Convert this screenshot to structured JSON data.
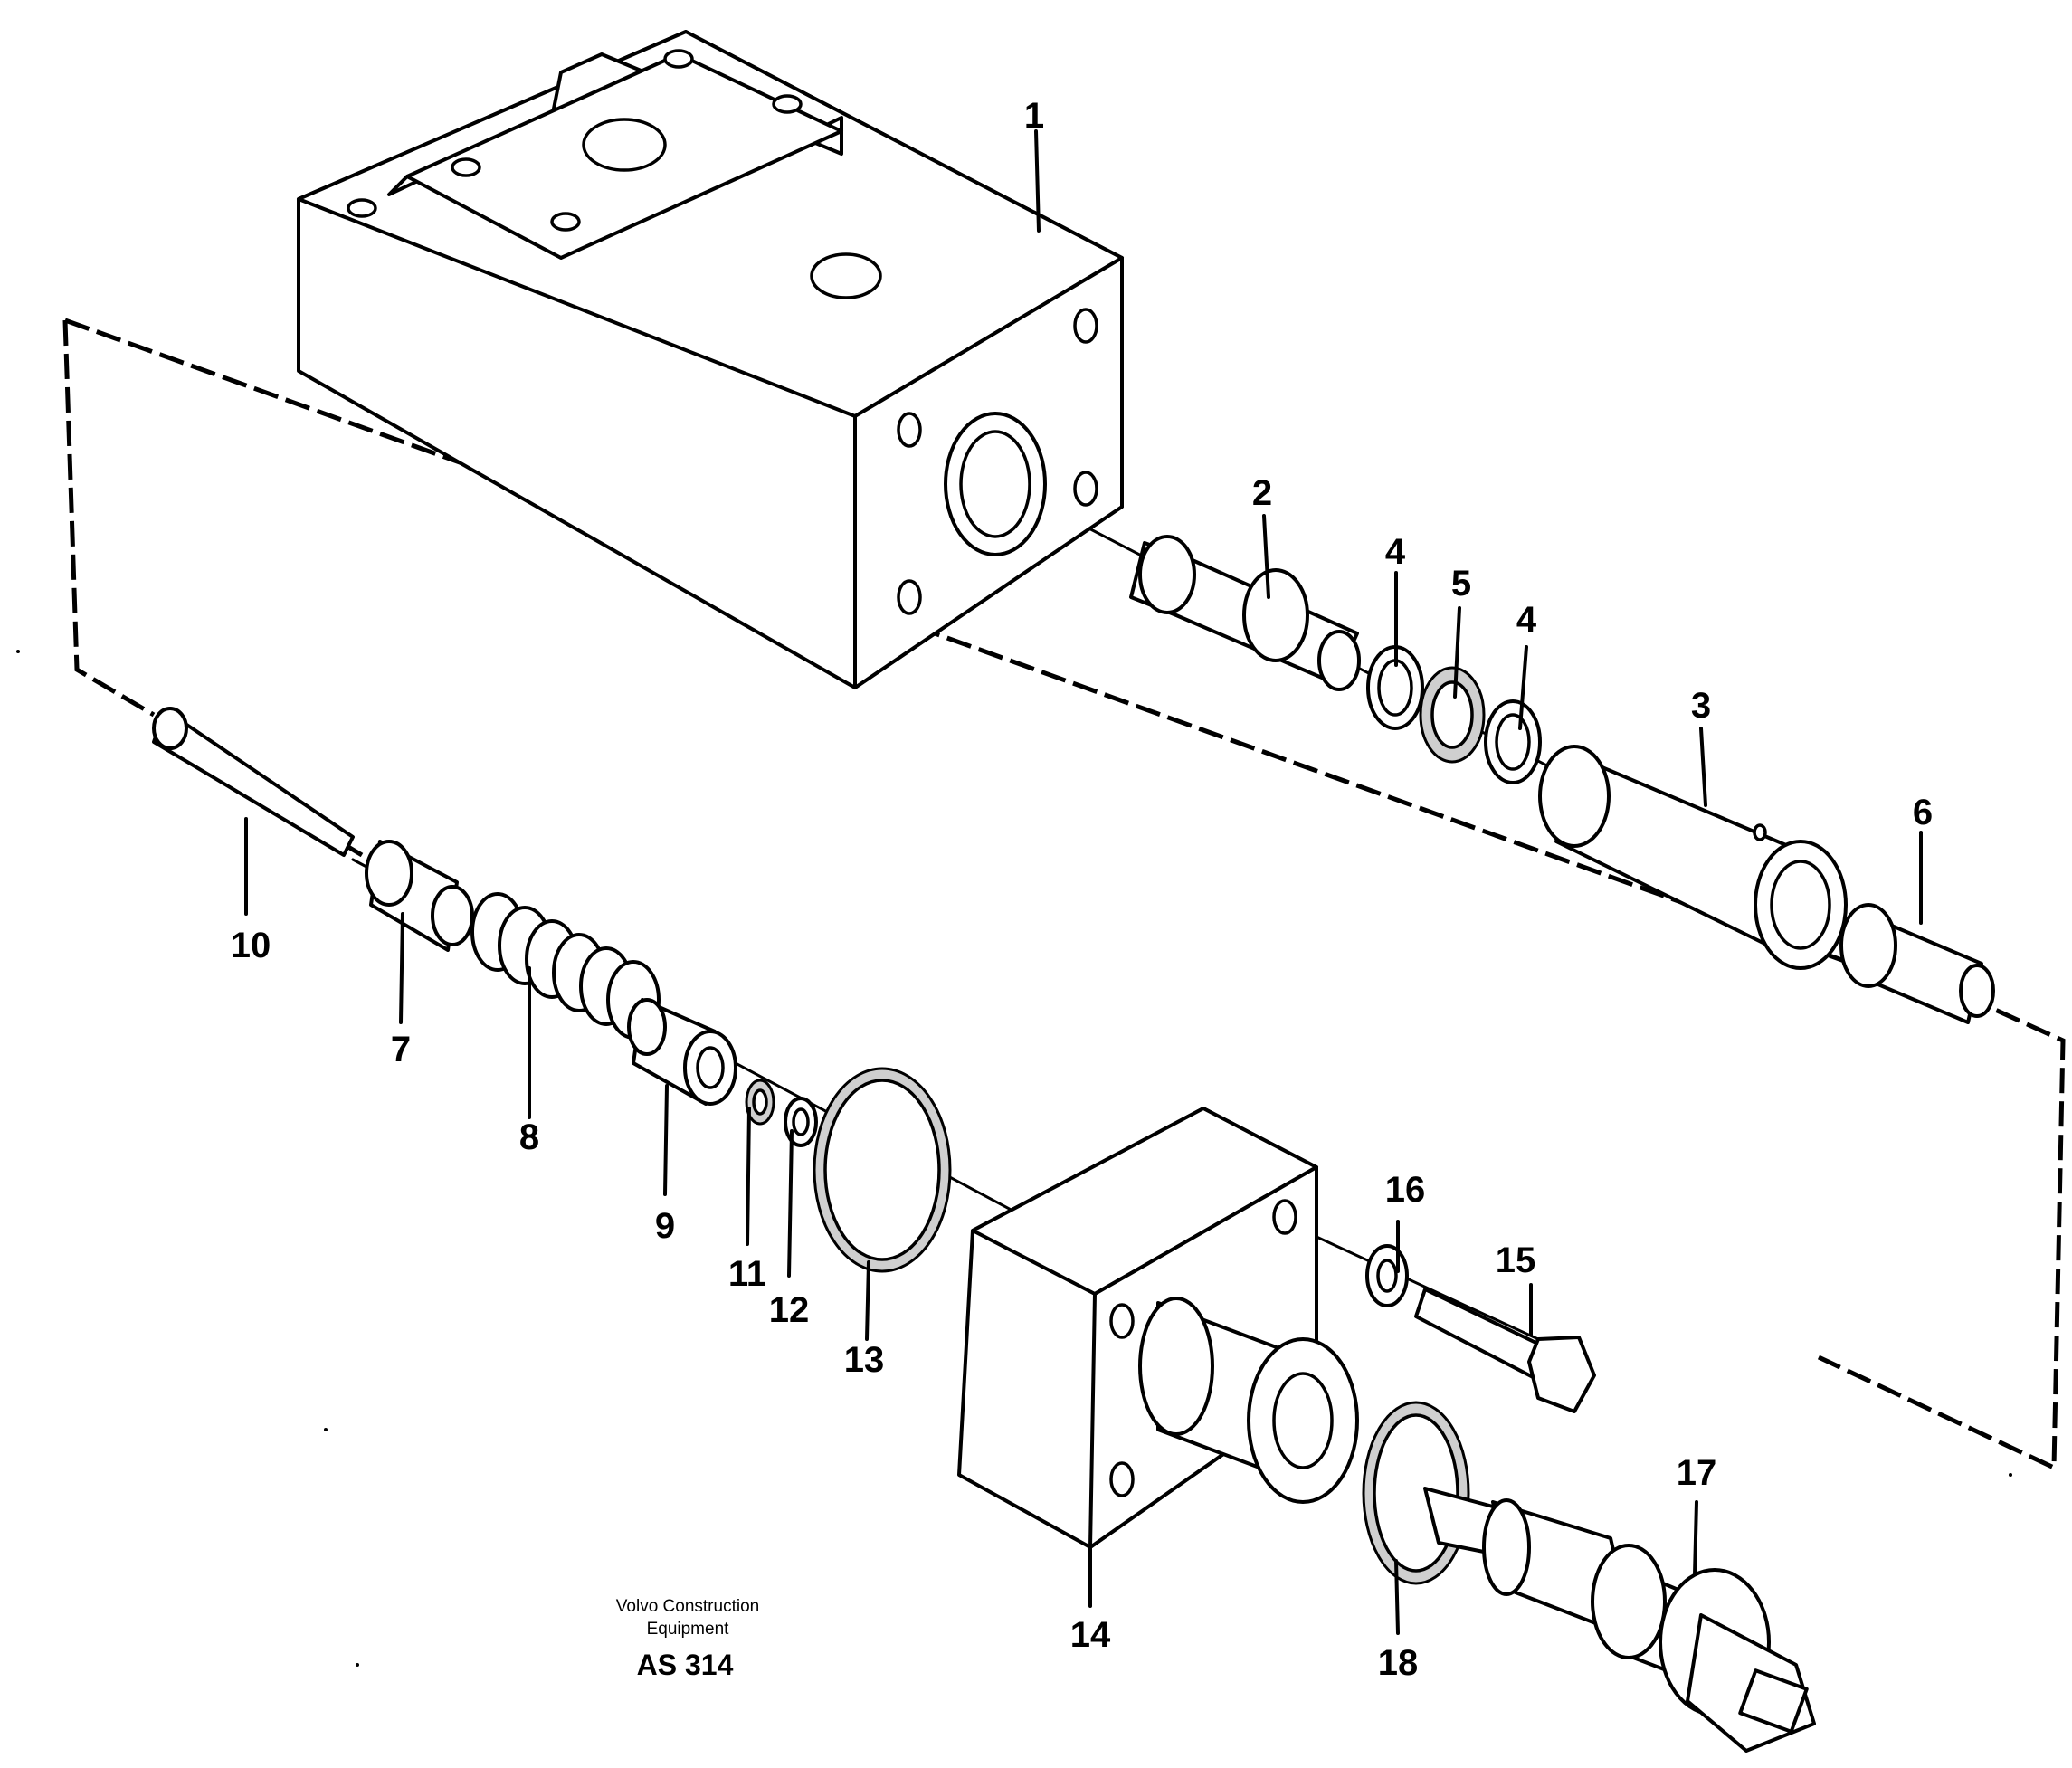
{
  "diagram": {
    "callouts": [
      {
        "id": "c1",
        "label": "1"
      },
      {
        "id": "c2",
        "label": "2"
      },
      {
        "id": "c3",
        "label": "3"
      },
      {
        "id": "c4a",
        "label": "4"
      },
      {
        "id": "c4b",
        "label": "4"
      },
      {
        "id": "c5",
        "label": "5"
      },
      {
        "id": "c6",
        "label": "6"
      },
      {
        "id": "c7",
        "label": "7"
      },
      {
        "id": "c8",
        "label": "8"
      },
      {
        "id": "c9",
        "label": "9"
      },
      {
        "id": "c10",
        "label": "10"
      },
      {
        "id": "c11",
        "label": "11"
      },
      {
        "id": "c12",
        "label": "12"
      },
      {
        "id": "c13",
        "label": "13"
      },
      {
        "id": "c14",
        "label": "14"
      },
      {
        "id": "c15",
        "label": "15"
      },
      {
        "id": "c16",
        "label": "16"
      },
      {
        "id": "c17",
        "label": "17"
      },
      {
        "id": "c18",
        "label": "18"
      }
    ],
    "caption": {
      "line1": "Volvo Construction",
      "line2": "Equipment",
      "code": "AS 314"
    }
  }
}
